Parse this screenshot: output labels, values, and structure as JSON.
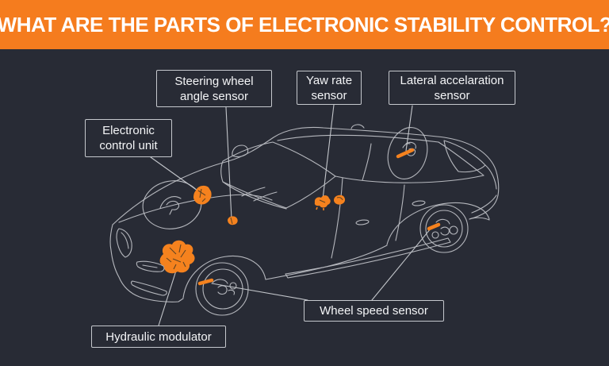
{
  "header": {
    "title": "WHAT ARE THE PARTS OF ELECTRONIC STABILITY CONTROL?",
    "background_color": "#F57C1E",
    "text_color": "#FFFFFF"
  },
  "diagram": {
    "background_color": "#282B35",
    "wireframe_color": "#C9CBD0",
    "highlight_color": "#F5821E",
    "labels": [
      {
        "id": "steering-wheel-angle-sensor",
        "line1": "Steering wheel",
        "line2": "angle sensor"
      },
      {
        "id": "yaw-rate-sensor",
        "line1": "Yaw rate",
        "line2": "sensor"
      },
      {
        "id": "lateral-acceleration-sensor",
        "line1": "Lateral accelaration",
        "line2": "sensor"
      },
      {
        "id": "electronic-control-unit",
        "line1": "Electronic",
        "line2": "control unit"
      },
      {
        "id": "hydraulic-modulator",
        "line1": "Hydraulic modulator"
      },
      {
        "id": "wheel-speed-sensor",
        "line1": "Wheel speed sensor"
      }
    ]
  }
}
